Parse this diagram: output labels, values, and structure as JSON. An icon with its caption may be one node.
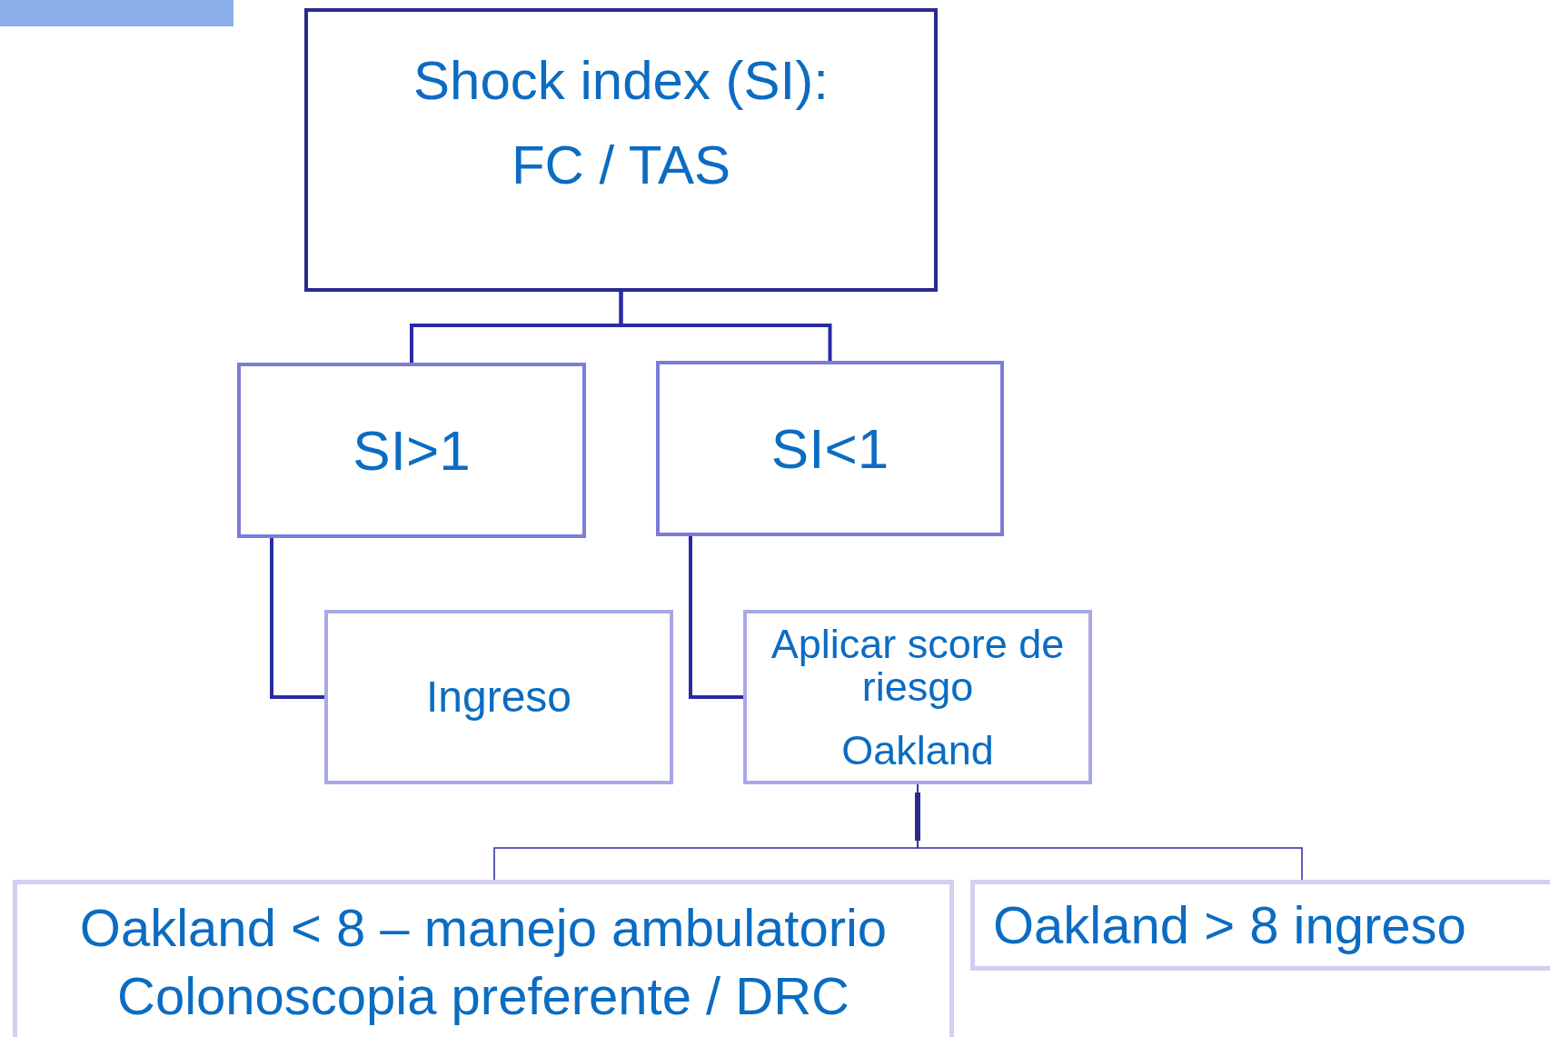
{
  "diagram": {
    "nodes": [
      {
        "text": [
          "Shock index (SI):",
          "FC / TAS"
        ]
      },
      {
        "text": [
          "SI>1"
        ]
      },
      {
        "text": [
          "SI<1"
        ]
      },
      {
        "text": [
          "Ingreso"
        ]
      },
      {
        "text": [
          "Aplicar score de riesgo",
          "Oakland"
        ]
      },
      {
        "text": [
          "Oakland < 8 – manejo ambulatorio",
          "Colonoscopia preferente / DRC"
        ]
      },
      {
        "text": [
          "Oakland > 8 ingreso"
        ]
      }
    ],
    "edges": [
      {
        "from": 0,
        "to": 1,
        "arrow": "none"
      },
      {
        "from": 0,
        "to": 2,
        "arrow": "none"
      },
      {
        "from": 1,
        "to": 3,
        "arrow": "none"
      },
      {
        "from": 2,
        "to": 4,
        "arrow": "none"
      },
      {
        "from": 4,
        "to": 5,
        "arrow": "none"
      },
      {
        "from": 4,
        "to": 6,
        "arrow": "none"
      }
    ]
  }
}
